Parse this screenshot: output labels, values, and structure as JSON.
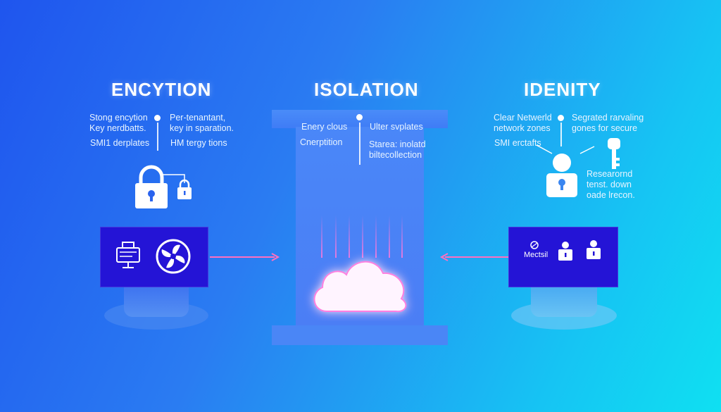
{
  "colors": {
    "panel": "#2414d6",
    "arrow": "#ff6fc0",
    "accent": "#ffffff"
  },
  "encryption": {
    "heading": "ENCYTION",
    "left_note_line1": "Stong encytion",
    "left_note_line2": "Key nerdbatts.",
    "right_note_line1": "Per-tenantant,",
    "right_note_line2": "key in sparation.",
    "note3": "SMI1 derplates",
    "note4": "HM tergy tions",
    "icons": [
      "padlock-icon",
      "small-padlock-icon",
      "monitor-icon",
      "fan-icon"
    ]
  },
  "isolation": {
    "heading": "ISOLATION",
    "note1": "Enery clous",
    "note2": "Ulter svplates",
    "note3": "Cnerptition",
    "note4_line1": "Starea: inolatd",
    "note4_line2": "biltecollection",
    "icons": [
      "cloud-icon"
    ]
  },
  "identity": {
    "heading": "IDENITY",
    "note1_line1": "Clear Netwerld",
    "note1_line2": "network zones",
    "note2_line1": "Segrated rarvaling",
    "note2_line2": "gones for secure",
    "note3": "SMI erctafts",
    "note4_line1": "Researornd",
    "note4_line2": "tenst. down",
    "note4_line3": "oade lrecon.",
    "panel_label": "Mectsil",
    "icons": [
      "user-lock-icon",
      "key-icon",
      "user-lock-small-icon"
    ]
  }
}
